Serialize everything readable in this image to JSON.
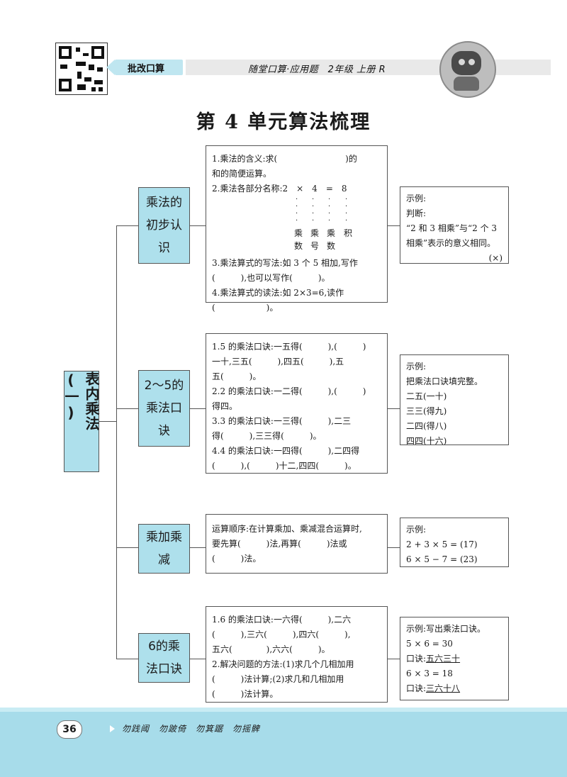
{
  "header": {
    "tag": "批改口算",
    "title": "随堂口算·应用题　2年级 上册 R"
  },
  "page_title": "第 4 单元算法梳理",
  "root": "表内乘法(一)",
  "topics": {
    "t1": "乘法的初步认识",
    "t2": "2～5的乘法口诀",
    "t3": "乘加乘减",
    "t4": "6的乘法口诀"
  },
  "content1": {
    "l1": "1.乘法的含义:求(　　　　　　　　)的",
    "l2": "和的简便运算。",
    "l3": "2.乘法各部分名称:2　×　4　=　8",
    "parts": [
      "乘",
      "乘",
      "乘",
      "积"
    ],
    "parts2": [
      "数",
      "号",
      "数"
    ],
    "l4": "3.乘法算式的写法:如 3 个 5 相加,写作",
    "l5": "(　　　),也可以写作(　　　)。",
    "l6": "4.乘法算式的读法:如 2×3=6,读作",
    "l7": "(　　　　　　)。"
  },
  "example1": {
    "l1": "示例:",
    "l2": "判断:",
    "l3": "“2 和 3 相乘”与“2 个 3",
    "l4": "相乘”表示的意义相同。",
    "l5": "(×)"
  },
  "content2": {
    "l1": "1.5 的乘法口诀:一五得(　　　),(　　　)",
    "l2": "一十,三五(　　　),四五(　　　),五",
    "l3": "五(　　　)。",
    "l4": "2.2 的乘法口诀:一二得(　　　),(　　　)",
    "l5": "得四。",
    "l6": "3.3 的乘法口诀:一三得(　　　),二三",
    "l7": "得(　　　),三三得(　　　)。",
    "l8": "4.4 的乘法口诀:一四得(　　　),二四得",
    "l9": "(　　　),(　　　)十二,四四(　　　)。"
  },
  "example2": {
    "l1": "示例:",
    "l2": "把乘法口诀填完整。",
    "l3": "二五(一十)",
    "l4": "三三(得九)",
    "l5": "二四(得八)",
    "l6": "四四(十六)"
  },
  "content3": {
    "l1": "运算顺序:在计算乘加、乘减混合运算时,",
    "l2": "要先算(　　　)法,再算(　　　)法或",
    "l3": "(　　　)法。"
  },
  "example3": {
    "l1": "示例:",
    "l2": "2 + 3 × 5 = (17)",
    "l3": "6 × 5 − 7 = (23)"
  },
  "content4": {
    "l1": "1.6 的乘法口诀:一六得(　　　),二六",
    "l2": "(　　　),三六(　　　),四六(　　　),",
    "l3": "五六(　　　　),六六(　　　)。",
    "l4": "2.解决问题的方法:(1)求几个几相加用",
    "l5": "(　　　)法计算;(2)求几和几相加用",
    "l6": "(　　　)法计算。"
  },
  "example4": {
    "l1": "示例:写出乘法口诀。",
    "l2": "5 × 6 = 30",
    "l3a": "口诀:",
    "l3b": "五六三十",
    "l4": "6 × 3 = 18",
    "l5a": "口诀:",
    "l5b": "三六十八"
  },
  "footer": {
    "page_number": "36",
    "motto": "勿践阈　勿跛倚　勿箕踞　勿摇髀"
  }
}
